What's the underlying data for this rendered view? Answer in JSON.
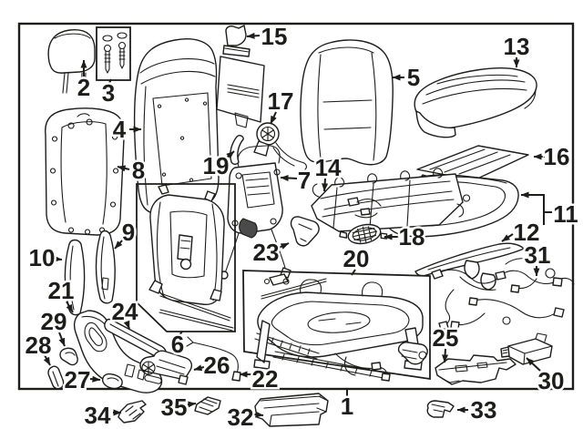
{
  "palette": {
    "ink": "#1d1d1b",
    "paper": "#ffffff"
  },
  "callouts": {
    "c1": {
      "label": "1"
    },
    "c2": {
      "label": "2"
    },
    "c3": {
      "label": "3"
    },
    "c4": {
      "label": "4"
    },
    "c5": {
      "label": "5"
    },
    "c6": {
      "label": "6"
    },
    "c7": {
      "label": "7"
    },
    "c8": {
      "label": "8"
    },
    "c9": {
      "label": "9"
    },
    "c10": {
      "label": "10"
    },
    "c11": {
      "label": "11"
    },
    "c12": {
      "label": "12"
    },
    "c13": {
      "label": "13"
    },
    "c14": {
      "label": "14"
    },
    "c15": {
      "label": "15"
    },
    "c16": {
      "label": "16"
    },
    "c17": {
      "label": "17"
    },
    "c18": {
      "label": "18"
    },
    "c19": {
      "label": "19"
    },
    "c20": {
      "label": "20"
    },
    "c21": {
      "label": "21"
    },
    "c22": {
      "label": "22"
    },
    "c23": {
      "label": "23"
    },
    "c24": {
      "label": "24"
    },
    "c25": {
      "label": "25"
    },
    "c26": {
      "label": "26"
    },
    "c27": {
      "label": "27"
    },
    "c28": {
      "label": "28"
    },
    "c29": {
      "label": "29"
    },
    "c30": {
      "label": "30"
    },
    "c31": {
      "label": "31"
    },
    "c32": {
      "label": "32"
    },
    "c33": {
      "label": "33"
    },
    "c34": {
      "label": "34"
    },
    "c35": {
      "label": "35"
    }
  }
}
